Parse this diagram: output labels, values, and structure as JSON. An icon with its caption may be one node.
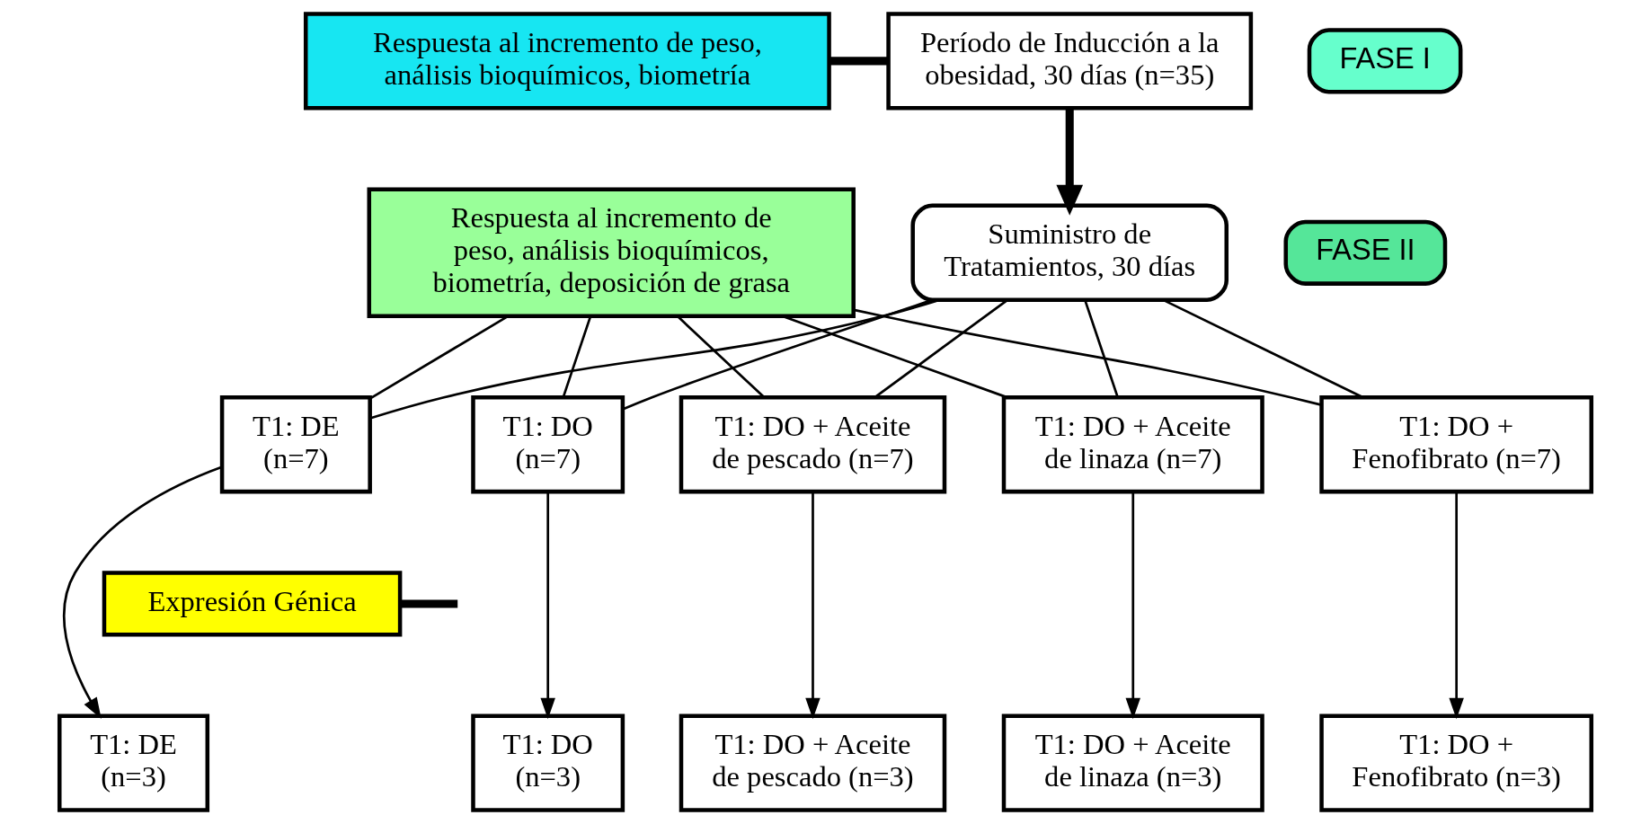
{
  "diagram": {
    "nodes": [
      {
        "text": [
          "Respuesta al incremento de peso, análisis bioquímicos, biometría"
        ]
      },
      {
        "text": [
          "Período de Inducción a la obesidad, 30 días (n=35)"
        ]
      },
      {
        "text": [
          "FASE I"
        ]
      },
      {
        "text": [
          "Respuesta al incremento de peso, análisis bioquímicos, biometría, deposición de grasa"
        ]
      },
      {
        "text": [
          "Suministro de Tratamientos, 30 días"
        ]
      },
      {
        "text": [
          "FASE II"
        ]
      },
      {
        "text": [
          "T1: DE (n=7)"
        ]
      },
      {
        "text": [
          "T1: DO (n=7)"
        ]
      },
      {
        "text": [
          "T1: DO + Aceite de pescado (n=7)"
        ]
      },
      {
        "text": [
          "T1: DO + Aceite de linaza (n=7)"
        ]
      },
      {
        "text": [
          "T1: DO + Fenofibrato (n=7)"
        ]
      },
      {
        "text": [
          "Expresión Génica"
        ]
      },
      {
        "text": [
          "T1: DE (n=3)"
        ]
      },
      {
        "text": [
          "T1: DO (n=3)"
        ]
      },
      {
        "text": [
          "T1: DO + Aceite de pescado (n=3)"
        ]
      },
      {
        "text": [
          "T1: DO + Aceite de linaza (n=3)"
        ]
      },
      {
        "text": [
          "T1: DO + Fenofibrato (n=3)"
        ]
      }
    ],
    "edges": [
      {
        "from": 0,
        "to": 1,
        "arrow": "none",
        "style": "thick"
      },
      {
        "from": 1,
        "to": 4,
        "arrow": "to",
        "style": "thick"
      },
      {
        "from": 4,
        "to": 6,
        "arrow": "none"
      },
      {
        "from": 4,
        "to": 7,
        "arrow": "none"
      },
      {
        "from": 4,
        "to": 8,
        "arrow": "none"
      },
      {
        "from": 4,
        "to": 9,
        "arrow": "none"
      },
      {
        "from": 4,
        "to": 10,
        "arrow": "none"
      },
      {
        "from": 3,
        "to": 6,
        "arrow": "none"
      },
      {
        "from": 3,
        "to": 7,
        "arrow": "none"
      },
      {
        "from": 3,
        "to": 8,
        "arrow": "none"
      },
      {
        "from": 3,
        "to": 9,
        "arrow": "none"
      },
      {
        "from": 3,
        "to": 10,
        "arrow": "none"
      },
      {
        "from": 6,
        "to": 12,
        "arrow": "to"
      },
      {
        "from": 7,
        "to": 13,
        "arrow": "to"
      },
      {
        "from": 8,
        "to": 14,
        "arrow": "to"
      },
      {
        "from": 9,
        "to": 15,
        "arrow": "to"
      },
      {
        "from": 10,
        "to": 16,
        "arrow": "to"
      },
      {
        "from": 11,
        "to": null,
        "arrow": "none",
        "style": "thick"
      }
    ]
  }
}
